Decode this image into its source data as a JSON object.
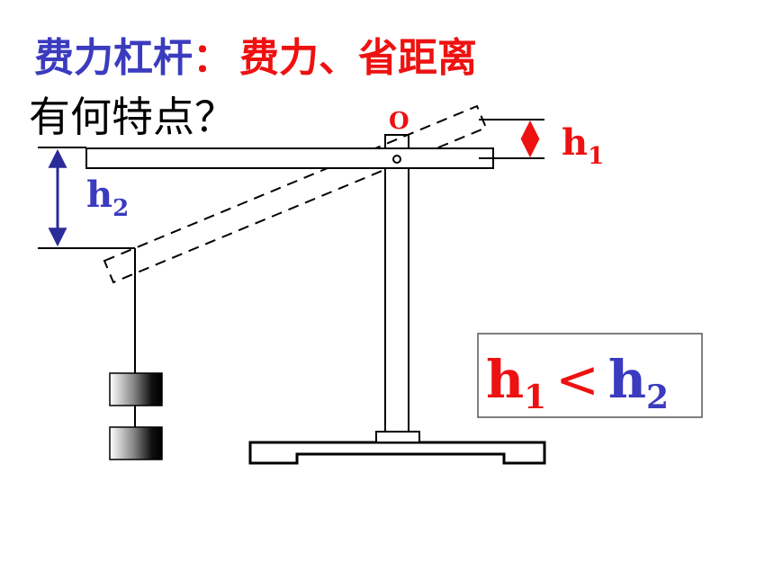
{
  "title": {
    "part1": "费力杠杆",
    "colon": "：",
    "part2": "费力、省距离"
  },
  "question": "有何特点？",
  "diagram": {
    "pivot_label": "O",
    "h1_label": "h",
    "h1_sub": "1",
    "h2_label": "h",
    "h2_sub": "2",
    "compare": {
      "left": "h",
      "left_sub": "1",
      "op": "<",
      "right": "h",
      "right_sub": "2"
    },
    "colors": {
      "blue": "#3b3bbf",
      "red": "#ee1111",
      "navy": "#2b2b99"
    }
  }
}
